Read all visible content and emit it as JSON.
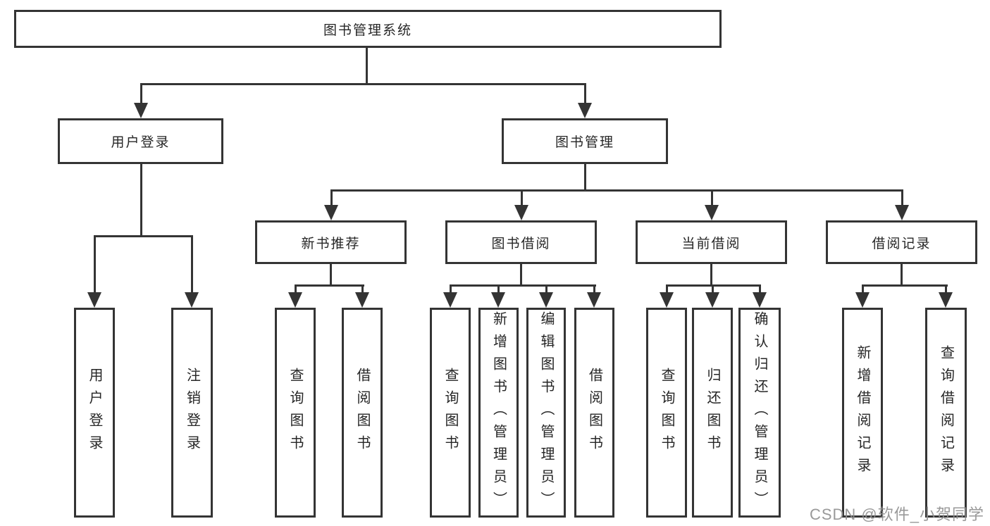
{
  "diagram": {
    "root": {
      "label": "图书管理系统"
    },
    "branches": [
      {
        "label": "用户登录",
        "children": [
          {
            "label": "用户登录"
          },
          {
            "label": "注销登录"
          }
        ]
      },
      {
        "label": "图书管理",
        "children": [
          {
            "label": "新书推荐",
            "children": [
              {
                "label": "查询图书"
              },
              {
                "label": "借阅图书"
              }
            ]
          },
          {
            "label": "图书借阅",
            "children": [
              {
                "label": "查询图书"
              },
              {
                "label": "新增图书（管理员）"
              },
              {
                "label": "编辑图书（管理员）"
              },
              {
                "label": "借阅图书"
              }
            ]
          },
          {
            "label": "当前借阅",
            "children": [
              {
                "label": "查询图书"
              },
              {
                "label": "归还图书"
              },
              {
                "label": "确认归还（管理员）"
              }
            ]
          },
          {
            "label": "借阅记录",
            "children": [
              {
                "label": "新增借阅记录"
              },
              {
                "label": "查询借阅记录"
              }
            ]
          }
        ]
      }
    ]
  },
  "watermark": {
    "text": "CSDN @软件_小贺同学"
  },
  "colors": {
    "line": "#343434",
    "text": "#262626",
    "watermark": "#8f8f8f",
    "background": "#ffffff"
  }
}
